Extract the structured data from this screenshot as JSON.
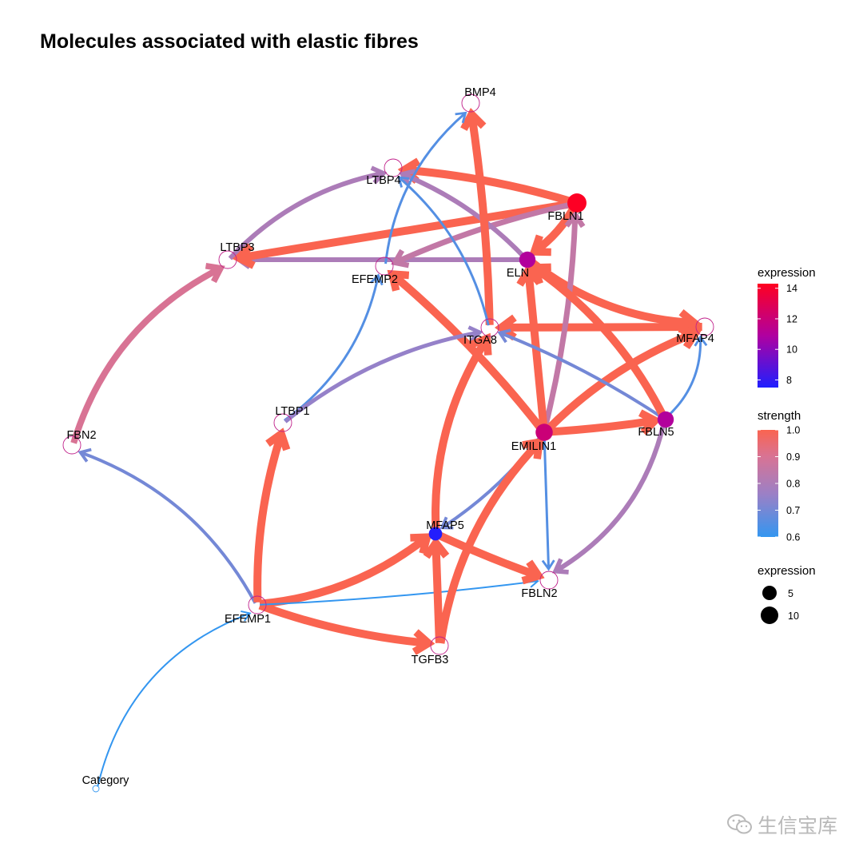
{
  "title": "Molecules associated with elastic fibres",
  "nodes": [
    {
      "id": "BMP4",
      "label": "BMP4",
      "expression": null
    },
    {
      "id": "LTBP4",
      "label": "LTBP4",
      "expression": null
    },
    {
      "id": "FBLN1",
      "label": "FBLN1",
      "expression": 14.2
    },
    {
      "id": "LTBP3",
      "label": "LTBP3",
      "expression": null
    },
    {
      "id": "EFEMP2",
      "label": "EFEMP2",
      "expression": null
    },
    {
      "id": "ELN",
      "label": "ELN",
      "expression": 11.0
    },
    {
      "id": "ITGA8",
      "label": "ITGA8",
      "expression": null
    },
    {
      "id": "MFAP4",
      "label": "MFAP4",
      "expression": null
    },
    {
      "id": "LTBP1",
      "label": "LTBP1",
      "expression": null
    },
    {
      "id": "FBN2",
      "label": "FBN2",
      "expression": null
    },
    {
      "id": "EMILIN1",
      "label": "EMILIN1",
      "expression": 12.0
    },
    {
      "id": "FBLN5",
      "label": "FBLN5",
      "expression": 11.0
    },
    {
      "id": "MFAP5",
      "label": "MFAP5",
      "expression": 7.6
    },
    {
      "id": "FBLN2",
      "label": "FBLN2",
      "expression": null
    },
    {
      "id": "EFEMP1",
      "label": "EFEMP1",
      "expression": null
    },
    {
      "id": "TGFB3",
      "label": "TGFB3",
      "expression": null
    },
    {
      "id": "Category",
      "label": "Category",
      "expression": null
    }
  ],
  "edges": [
    {
      "from": "Category",
      "to": "EFEMP1",
      "strength": 0.6
    },
    {
      "from": "EFEMP1",
      "to": "FBN2",
      "strength": 0.7
    },
    {
      "from": "EFEMP1",
      "to": "LTBP1",
      "strength": 1.0
    },
    {
      "from": "EFEMP1",
      "to": "MFAP5",
      "strength": 1.0
    },
    {
      "from": "EFEMP1",
      "to": "TGFB3",
      "strength": 1.0
    },
    {
      "from": "EFEMP1",
      "to": "FBLN2",
      "strength": 0.6
    },
    {
      "from": "FBN2",
      "to": "LTBP3",
      "strength": 0.9
    },
    {
      "from": "LTBP3",
      "to": "LTBP4",
      "strength": 0.8
    },
    {
      "from": "ELN",
      "to": "LTBP3",
      "strength": 0.8
    },
    {
      "from": "FBLN1",
      "to": "LTBP3",
      "strength": 1.0
    },
    {
      "from": "FBLN1",
      "to": "LTBP4",
      "strength": 1.0
    },
    {
      "from": "FBLN1",
      "to": "ELN",
      "strength": 1.0
    },
    {
      "from": "FBLN1",
      "to": "EFEMP2",
      "strength": 0.85
    },
    {
      "from": "ELN",
      "to": "LTBP4",
      "strength": 0.8
    },
    {
      "from": "ELN",
      "to": "MFAP4",
      "strength": 1.0
    },
    {
      "from": "ITGA8",
      "to": "BMP4",
      "strength": 1.0
    },
    {
      "from": "ITGA8",
      "to": "LTBP4",
      "strength": 0.65
    },
    {
      "from": "EFEMP2",
      "to": "BMP4",
      "strength": 0.65
    },
    {
      "from": "MFAP4",
      "to": "ITGA8",
      "strength": 1.0
    },
    {
      "from": "EMILIN1",
      "to": "EFEMP2",
      "strength": 1.0
    },
    {
      "from": "EMILIN1",
      "to": "FBLN1",
      "strength": 0.85
    },
    {
      "from": "EMILIN1",
      "to": "ELN",
      "strength": 1.0
    },
    {
      "from": "EMILIN1",
      "to": "MFAP4",
      "strength": 1.0
    },
    {
      "from": "EMILIN1",
      "to": "FBLN5",
      "strength": 1.0
    },
    {
      "from": "EMILIN1",
      "to": "MFAP5",
      "strength": 0.7
    },
    {
      "from": "EMILIN1",
      "to": "FBLN2",
      "strength": 0.65
    },
    {
      "from": "FBLN5",
      "to": "ITGA8",
      "strength": 0.7
    },
    {
      "from": "FBLN5",
      "to": "ELN",
      "strength": 1.0
    },
    {
      "from": "FBLN5",
      "to": "MFAP4",
      "strength": 0.65
    },
    {
      "from": "FBLN5",
      "to": "FBLN2",
      "strength": 0.8
    },
    {
      "from": "LTBP1",
      "to": "EFEMP2",
      "strength": 0.65
    },
    {
      "from": "LTBP1",
      "to": "ITGA8",
      "strength": 0.75
    },
    {
      "from": "MFAP5",
      "to": "ITGA8",
      "strength": 1.0
    },
    {
      "from": "MFAP5",
      "to": "FBLN2",
      "strength": 1.0
    },
    {
      "from": "TGFB3",
      "to": "MFAP5",
      "strength": 1.0
    },
    {
      "from": "TGFB3",
      "to": "EMILIN1",
      "strength": 1.0
    }
  ],
  "legend": {
    "expression_color": {
      "title": "expression",
      "ticks": [
        "14",
        "12",
        "10",
        "8"
      ],
      "min": 7.5,
      "max": 14.3,
      "color_low": "#1f1fff",
      "color_high": "#ff0020"
    },
    "strength": {
      "title": "strength",
      "ticks": [
        "1.0",
        "0.9",
        "0.8",
        "0.7",
        "0.6"
      ],
      "min": 0.6,
      "max": 1.0,
      "color_low": "#3396f0",
      "color_high": "#fa6450"
    },
    "expression_size": {
      "title": "expression",
      "ticks": [
        "5",
        "10"
      ]
    }
  },
  "watermark": "生信宝库"
}
